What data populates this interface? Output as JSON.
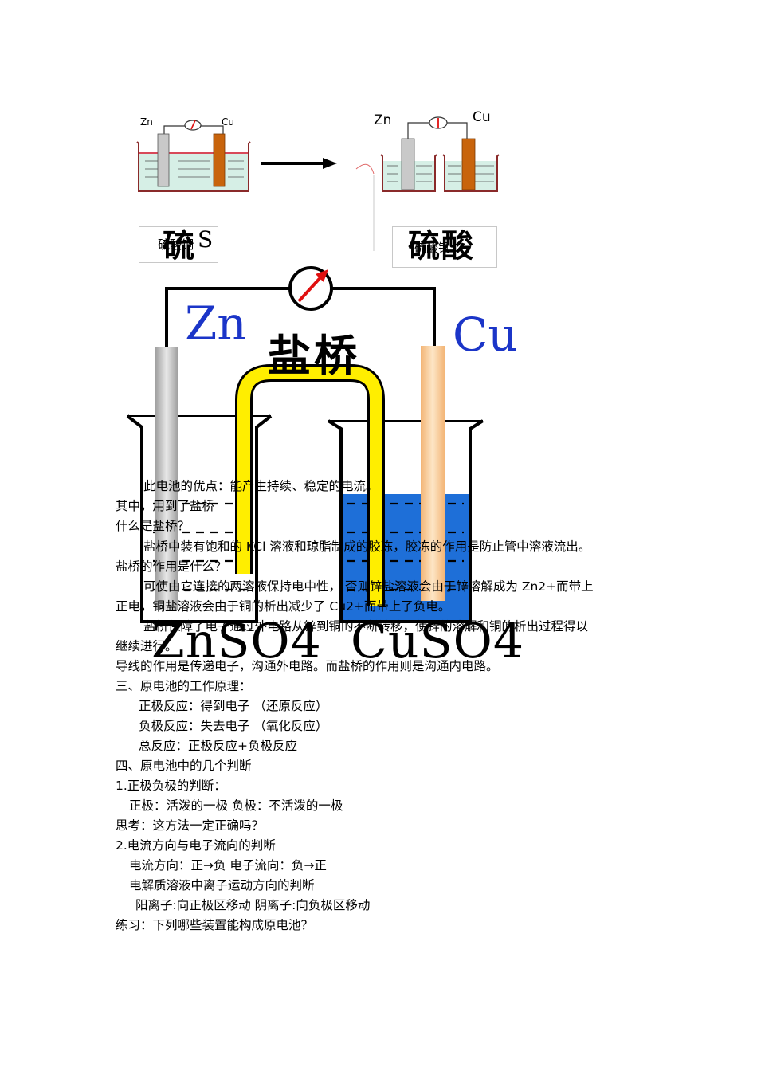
{
  "top_left_cell": {
    "zn_label": "Zn",
    "cu_label": "Cu",
    "caption_big": "硫",
    "caption_overlay": "硫酸铜",
    "caption_letter": "S"
  },
  "top_right_cell": {
    "zn_label": "Zn",
    "cu_label": "Cu",
    "caption_big": "硫酸",
    "caption_overlay": "硫酸铜"
  },
  "diagram": {
    "zn_label": "Zn",
    "cu_label": "Cu",
    "bridge_label": "盐桥",
    "left_solution": "ZnSO4",
    "right_solution": "CuSO4",
    "colors": {
      "copper_solution": "#1e6fd8",
      "salt_bridge": "#ffee00",
      "zn_rod": "#b5b5b5",
      "cu_rod": "#f5c88a",
      "galvanometer_arrow": "#e01010"
    }
  },
  "text_lines": [
    "此电池的优点：能产生持续、稳定的电流。",
    "其中，用到了盐桥",
    "什么是盐桥？",
    "盐桥中装有饱和的 KCl 溶液和琼脂制成的胶冻，胶冻的作用是防止管中溶液流出。",
    "盐桥的作用是什么？",
    "可使由它连接的两溶液保持电中性， 否则锌盐溶液会由于锌溶解成为  Zn2+而带上",
    "正电，铜盐溶液会由于铜的析出减少了 Cu2+而带上了负电。",
    "盐桥保障了电子通过外电路从锌到铜的不断转移，使锌的溶解和铜的析出过程得以",
    "继续进行。",
    "导线的作用是传递电子，沟通外电路。而盐桥的作用则是沟通内电路。",
    "三、原电池的工作原理：",
    "正极反应：得到电子  （还原反应）",
    "负极反应：失去电子  （氧化反应）",
    "总反应：正极反应+负极反应",
    "四、原电池中的几个判断",
    "1.正极负极的判断：",
    "正极：活泼的一极    负极：不活泼的一极",
    "思考：这方法一定正确吗？",
    "2.电流方向与电子流向的判断",
    "电流方向：正→负   电子流向：负→正",
    "电解质溶液中离子运动方向的判断",
    "阳离子:向正极区移动 阴离子:向负极区移动",
    "练习：下列哪些装置能构成原电池？"
  ]
}
